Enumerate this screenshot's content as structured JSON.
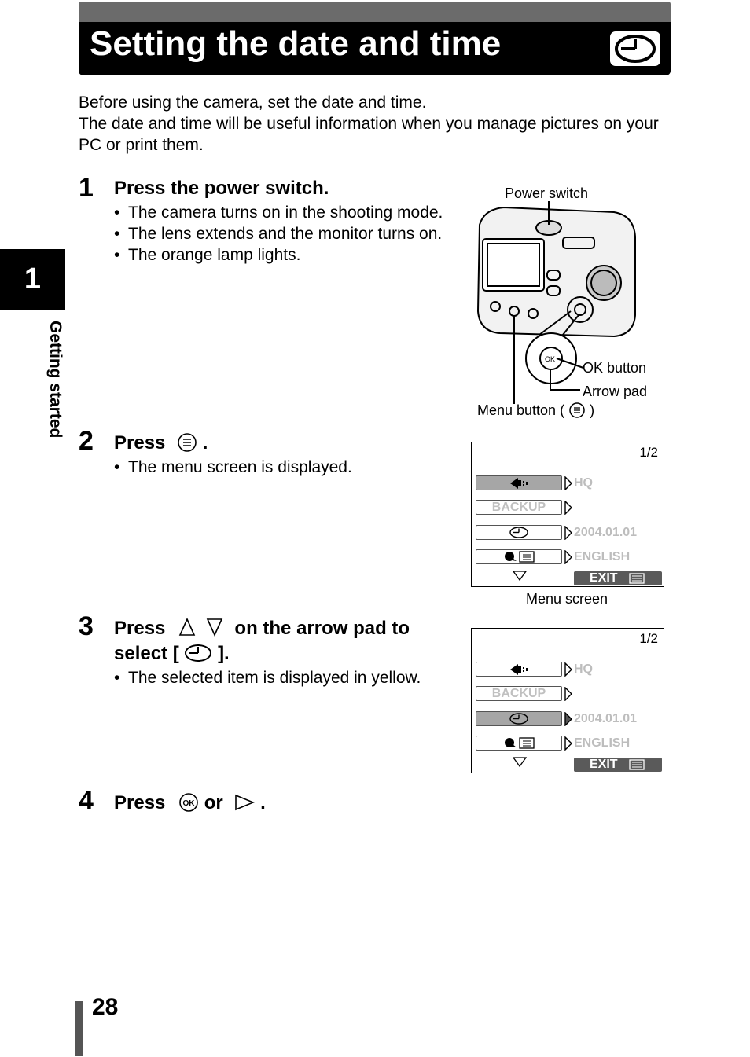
{
  "header": {
    "title": "Setting the date and time",
    "icon": "clock-icon"
  },
  "side_tab": {
    "chapter": "1",
    "label": "Getting started"
  },
  "intro": [
    "Before using the camera, set the date and time.",
    "The date and time will be useful information when you manage pictures on your PC or print them."
  ],
  "steps": [
    {
      "num": "1",
      "title": "Press the power switch.",
      "bullets": [
        "The camera turns on in the shooting mode.",
        "The lens extends and the monitor turns on.",
        "The orange lamp lights."
      ]
    },
    {
      "num": "2",
      "title_prefix": "Press",
      "title_suffix": ".",
      "bullets": [
        "The menu screen is displayed."
      ]
    },
    {
      "num": "3",
      "title_a": "on the arrow pad to",
      "title_b_prefix": "select [",
      "title_b_suffix": "].",
      "title_prefix": "Press",
      "bullets": [
        "The selected item is displayed in yellow."
      ]
    },
    {
      "num": "4",
      "title_prefix": "Press",
      "title_mid": "or",
      "title_suffix": "."
    }
  ],
  "camera_callouts": {
    "power_switch": "Power switch",
    "ok_button": "OK button",
    "arrow_pad": "Arrow pad",
    "menu_button_prefix": "Menu button (",
    "menu_button_suffix": ")"
  },
  "menu_screens": [
    {
      "page": "1/2",
      "rows": [
        {
          "label": "",
          "value": "HQ",
          "selected": true
        },
        {
          "label": "BACKUP",
          "value": "",
          "selected": false
        },
        {
          "label": "",
          "value": "2004.01.01",
          "selected": false
        },
        {
          "label": "",
          "value": "ENGLISH",
          "selected": false
        }
      ],
      "exit": "EXIT",
      "caption": "Menu screen"
    },
    {
      "page": "1/2",
      "rows": [
        {
          "label": "",
          "value": "HQ",
          "selected": false
        },
        {
          "label": "BACKUP",
          "value": "",
          "selected": false
        },
        {
          "label": "",
          "value": "2004.01.01",
          "selected": true
        },
        {
          "label": "",
          "value": "ENGLISH",
          "selected": false
        }
      ],
      "exit": "EXIT"
    }
  ],
  "footer": {
    "page_number": "28"
  }
}
